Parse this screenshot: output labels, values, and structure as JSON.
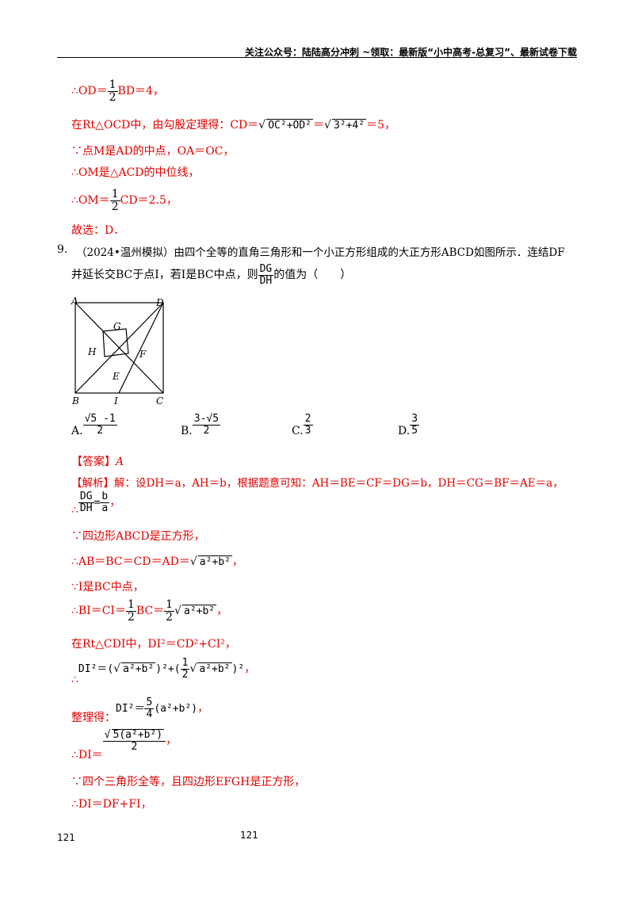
{
  "header": {
    "text": "关注公众号：陆陆高分冲刺  ~领取：最新版“小中高考-总复习”、最新试卷下载"
  },
  "lines": {
    "l1_pre": "∴OD＝",
    "l1_frac_n": "1",
    "l1_frac_d": "2",
    "l1_post": "BD＝4，",
    "l2_pre": "在Rt△OCD中，由勾股定理得：CD＝",
    "l2_r1": "OC²+OD²",
    "l2_eq": "＝",
    "l2_r2": "3²+4²",
    "l2_post": "＝5，",
    "l3": "∵点M是AD的中点，OA＝OC，",
    "l4": "∴OM是△ACD的中位线，",
    "l5_pre": "∴OM＝",
    "l5_frac_n": "1",
    "l5_frac_d": "2",
    "l5_post": "CD＝2.5，",
    "l6": "故选：D．"
  },
  "question": {
    "number": "9.",
    "line1": "（2024•温州模拟）由四个全等的直角三角形和一个小正方形组成的大正方形ABCD如图所示．连结DF",
    "line2_pre": "并延长交BC于点I，若I是BC中点，则",
    "ratio_n": "DG",
    "ratio_d": "DH",
    "line2_post": "的值为（　　）"
  },
  "figure": {
    "labels": {
      "A": "A",
      "B": "B",
      "C": "C",
      "D": "D",
      "E": "E",
      "F": "F",
      "G": "G",
      "H": "H",
      "I": "I"
    }
  },
  "options": [
    {
      "label": "A.",
      "n": "√5 -1",
      "d": "2"
    },
    {
      "label": "B.",
      "n": "3-√5",
      "d": "2"
    },
    {
      "label": "C.",
      "n": "2",
      "d": "3"
    },
    {
      "label": "D.",
      "n": "3",
      "d": "5"
    }
  ],
  "answer": {
    "tag": "【答案】",
    "value": "A"
  },
  "analysis": {
    "tag": "【解析】",
    "a1": "解：设DH＝a，AH＝b，根据题意可知：AH＝BE＝CF＝DG＝b，DH＝CG＝BF＝AE＝a，",
    "a2_pre": "∴",
    "a2_fn": "DG",
    "a2_fd": "DH",
    "a2_eq": "=",
    "a2_rn": "b",
    "a2_rd": "a",
    "a2_post": "，",
    "a3": "∵四边形ABCD是正方形，",
    "a4_pre": "∴AB＝BC＝CD＝AD＝",
    "a4_r": "a²+b²",
    "a4_post": "，",
    "a5": "∵I是BC中点，",
    "a6_pre": "∴BI＝CI＝",
    "a6_fn": "1",
    "a6_fd": "2",
    "a6_mid": "BC＝",
    "a6_fn2": "1",
    "a6_fd2": "2",
    "a6_r": "a²+b²",
    "a6_post": "，",
    "a7": "在Rt△CDI中，DI²＝CD²+CI²，",
    "a8_pre": "∴",
    "a8_lhs": "DI²＝(",
    "a8_r1": "a²+b²",
    "a8_mid": ")²+(",
    "a8_fn": "1",
    "a8_fd": "2",
    "a8_r2": "a²+b²",
    "a8_end": ")²",
    "a8_post": "，",
    "a9_pre": "整理得：",
    "a9_lhs": "DI²＝",
    "a9_fn": "5",
    "a9_fd": "4",
    "a9_rhs": "(a²+b²)",
    "a9_post": "，",
    "a10_pre": "∴DI＝",
    "a10_n": "5(a²+b²)",
    "a10_d": "2",
    "a10_post": "，",
    "a11": "∵四个三角形全等，且四边形EFGH是正方形，",
    "a12": "∴DI＝DF+FI，"
  },
  "footer": {
    "left": "121",
    "center": "121"
  }
}
